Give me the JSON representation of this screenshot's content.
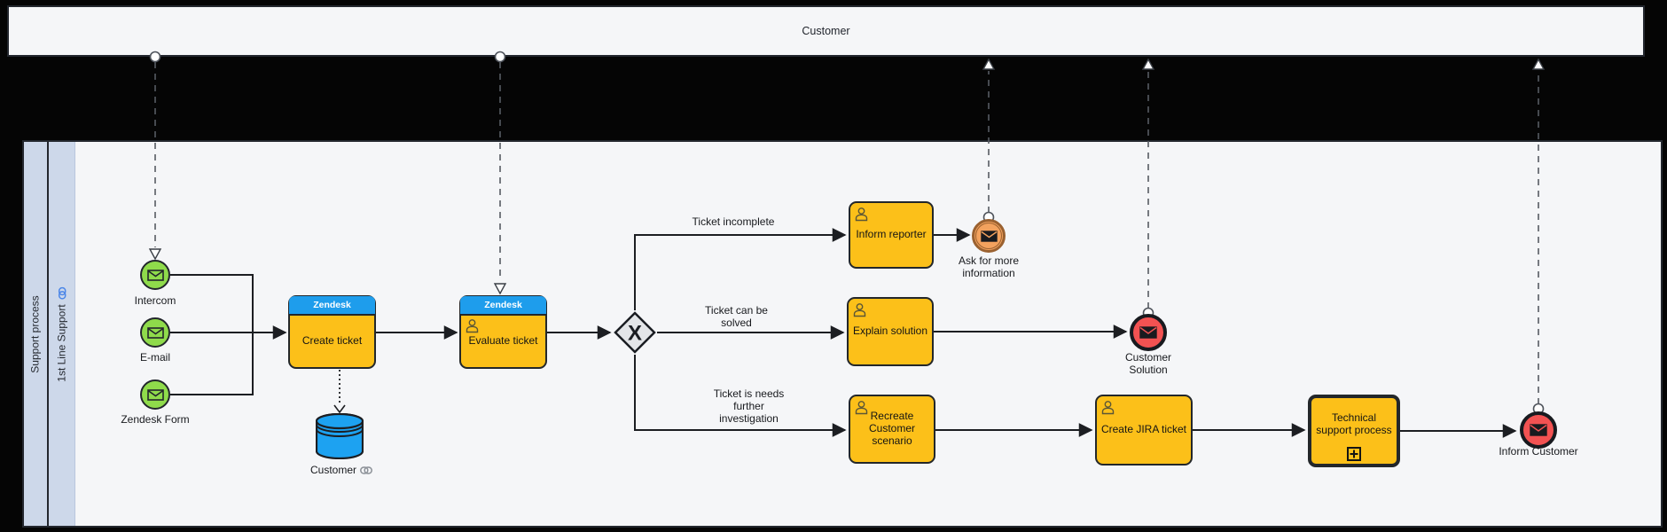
{
  "colors": {
    "canvas_bg": "#050505",
    "pool_fill": "#f5f6f8",
    "pool_stroke": "#23272e",
    "lane_header_fill": "#cdd8ea",
    "task_fill": "#fcc019",
    "zendesk_blue": "#1e9dec",
    "start_green": "#8fdb4b",
    "message_orange": "#f3a25e",
    "message_orange_ring": "#9a6130",
    "end_red": "#f25252",
    "datastore_blue": "#1da2f1",
    "edge_dark": "#1c1e22",
    "message_flow_gray": "#565b63"
  },
  "customer_pool": {
    "label": "Customer"
  },
  "main_pool": {
    "title": "Support process",
    "lane": "1st Line Support"
  },
  "start_events": [
    {
      "label": "Intercom"
    },
    {
      "label": "E-mail"
    },
    {
      "label": "Zendesk Form"
    }
  ],
  "tasks": [
    {
      "header": "Zendesk",
      "label": "Create ticket"
    },
    {
      "header": "Zendesk",
      "label": "Evaluate ticket"
    },
    {
      "label": "Inform reporter"
    },
    {
      "label": "Explain solution"
    },
    {
      "label": "Recreate Customer scenario"
    },
    {
      "label": "Create JIRA ticket"
    },
    {
      "label": "Technical support process"
    }
  ],
  "gateway": {
    "marker": "X"
  },
  "edge_labels": [
    {
      "label": "Ticket incomplete"
    },
    {
      "label": "Ticket can be solved"
    },
    {
      "label": "Ticket is needs further investigation"
    }
  ],
  "events": [
    {
      "label": "Ask for more information"
    },
    {
      "label": "Customer Solution"
    },
    {
      "label": "Inform Customer"
    }
  ],
  "datastore": {
    "label": "Customer"
  }
}
